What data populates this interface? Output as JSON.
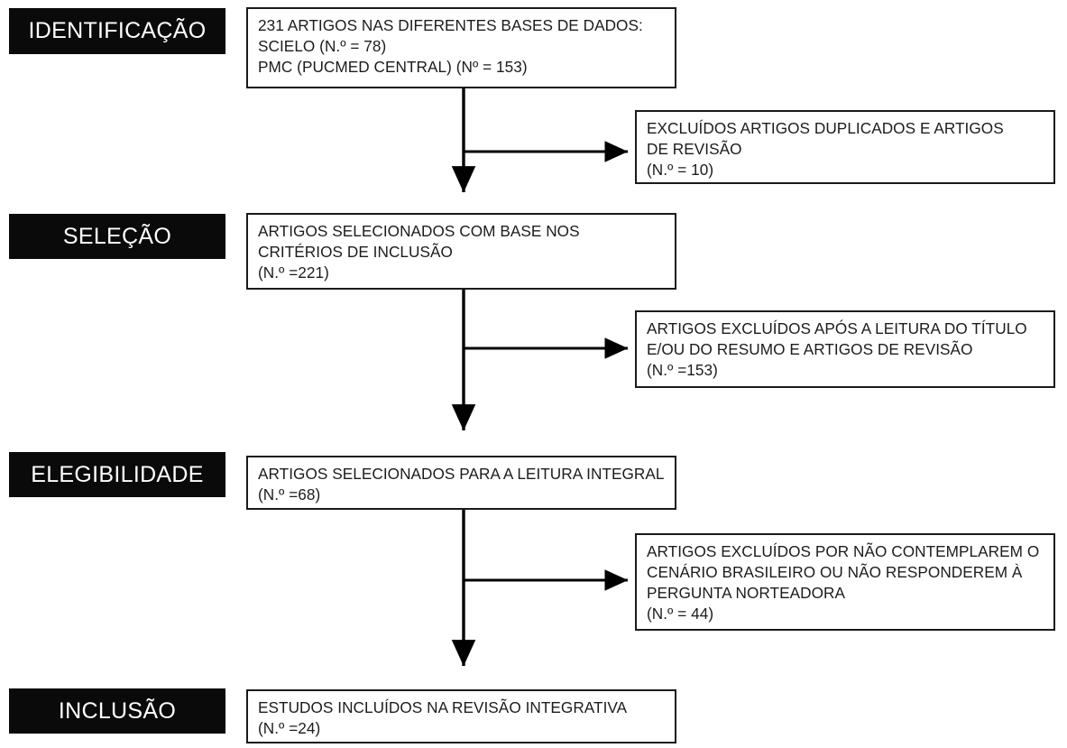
{
  "diagram": {
    "title": "Fluxograma PRISMA da selecao de artigos",
    "type": "prisma-flow-diagram",
    "colors": {
      "stage_label_background": "#0a0a0a",
      "stage_label_text": "#ffffff",
      "box_border": "#1a1a1a",
      "box_background": "#ffffff",
      "box_text": "#1c1c1c",
      "connector": "#000000"
    }
  },
  "stages": [
    {
      "id": "identificacao",
      "label": "IDENTIFICAÇÃO",
      "main_box": {
        "lines": [
          "231 ARTIGOS NAS DIFERENTES BASES DE DADOS:",
          "SCIELO (N.º = 78)",
          "PMC (PUCMED CENTRAL) (Nº = 153)"
        ],
        "records_total": 231,
        "sources": [
          {
            "name": "SCIELO",
            "count": 78
          },
          {
            "name": "PMC (PUCMED CENTRAL)",
            "count": 153
          }
        ]
      },
      "excluded_box": {
        "lines": [
          "EXCLUÍDOS ARTIGOS DUPLICADOS E ARTIGOS",
          "DE REVISÃO",
          "(N.º = 10)"
        ],
        "count": 10
      }
    },
    {
      "id": "selecao",
      "label": "SELEÇÃO",
      "main_box": {
        "lines": [
          "ARTIGOS SELECIONADOS COM BASE NOS",
          "CRITÉRIOS DE INCLUSÃO",
          "(N.º =221)"
        ],
        "count": 221
      },
      "excluded_box": {
        "lines": [
          "ARTIGOS EXCLUÍDOS APÓS A LEITURA DO TÍTULO",
          "E/OU DO RESUMO E ARTIGOS DE REVISÃO",
          "(N.º =153)"
        ],
        "count": 153
      }
    },
    {
      "id": "elegibilidade",
      "label": "ELEGIBILIDADE",
      "main_box": {
        "lines": [
          "ARTIGOS SELECIONADOS PARA A LEITURA INTEGRAL",
          "(N.º =68)"
        ],
        "count": 68
      },
      "excluded_box": {
        "lines": [
          "ARTIGOS EXCLUÍDOS POR NÃO CONTEMPLAREM O",
          "CENÁRIO BRASILEIRO OU NÃO RESPONDEREM À",
          "PERGUNTA NORTEADORA",
          "(N.º = 44)"
        ],
        "count": 44
      }
    },
    {
      "id": "inclusao",
      "label": "INCLUSÃO",
      "main_box": {
        "lines": [
          "ESTUDOS INCLUÍDOS NA REVISÃO INTEGRATIVA",
          "(N.º =24)"
        ],
        "count": 24
      },
      "excluded_box": null
    }
  ]
}
